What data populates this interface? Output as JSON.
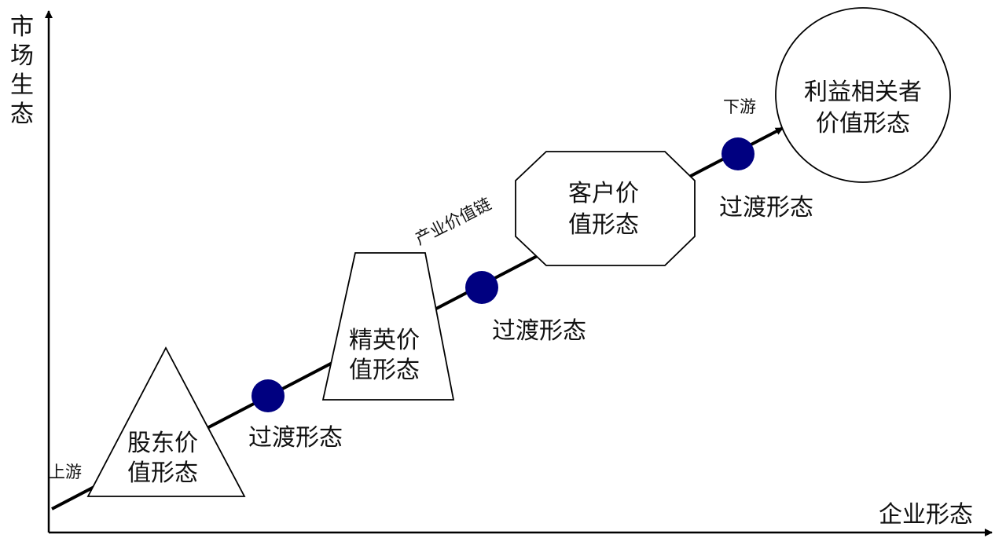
{
  "axes": {
    "y_label": "市场生态",
    "x_label": "企业形态"
  },
  "chain": {
    "label": "产业价值链",
    "start_label": "上游",
    "end_label": "下游"
  },
  "stages": {
    "shareholder": {
      "line1": "股东价",
      "line2": "值形态"
    },
    "elite": {
      "line1": "精英价",
      "line2": "值形态"
    },
    "customer": {
      "line1": "客户价",
      "line2": "值形态"
    },
    "stakeholder": {
      "line1": "利益相关者",
      "line2": "价值形态"
    }
  },
  "transitions": {
    "t1": "过渡形态",
    "t2": "过渡形态",
    "t3": "过渡形态"
  },
  "colors": {
    "line": "#000000",
    "dot": "#000080",
    "shape_fill": "#ffffff"
  }
}
